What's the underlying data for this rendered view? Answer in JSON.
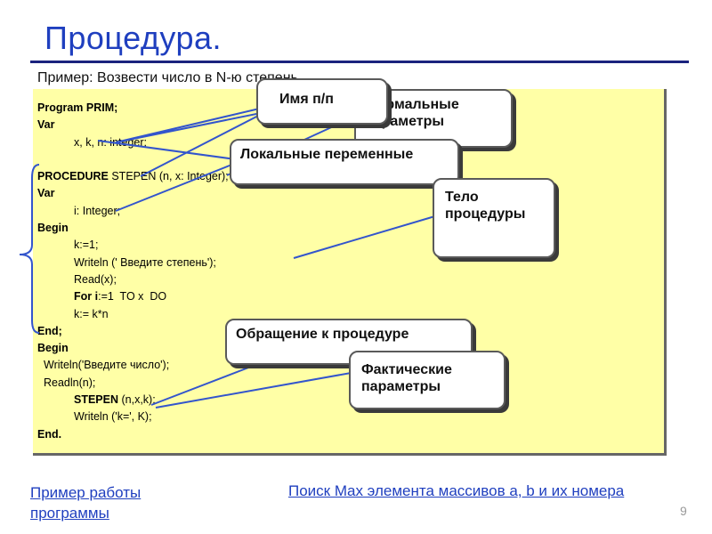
{
  "slide": {
    "title": "Процедура.",
    "subtitle": "Пример: Возвести число в N-ю степень",
    "page_number": "9"
  },
  "code": [
    {
      "pre": "Program PRIM;",
      "kw": "",
      "post": ""
    },
    {
      "pre": "Var",
      "kw": "",
      "post": ""
    },
    {
      "pre": "x, k, n: integer;",
      "kw": "",
      "post": ""
    },
    {
      "pre": "",
      "kw": "",
      "post": ""
    },
    {
      "pre": "",
      "kw": "PROCEDURE",
      "post": " STEPEN (n, x: Integer);"
    },
    {
      "pre": "Var",
      "kw": "",
      "post": ""
    },
    {
      "pre": "i: Integer;",
      "kw": "",
      "post": ""
    },
    {
      "pre": "Begin",
      "kw": "",
      "post": ""
    },
    {
      "pre": "k:=1;",
      "kw": "",
      "post": ""
    },
    {
      "pre": "Writeln (' Введите степень');",
      "kw": "",
      "post": ""
    },
    {
      "pre": "Read(x);",
      "kw": "",
      "post": ""
    },
    {
      "pre": "",
      "kw": "For i",
      "post": ":=1  TO x  DO"
    },
    {
      "pre": "k:= k*n",
      "kw": "",
      "post": ""
    },
    {
      "pre": "End;",
      "kw": "",
      "post": ""
    },
    {
      "pre": "Begin",
      "kw": "",
      "post": ""
    },
    {
      "pre": "Writeln('Введите число');",
      "kw": "",
      "post": ""
    },
    {
      "pre": "Readln(n);",
      "kw": "",
      "post": ""
    },
    {
      "pre": "",
      "kw": "STEPEN",
      "post": " (n,x,k);"
    },
    {
      "pre": "Writeln ('k=', K);",
      "kw": "",
      "post": ""
    },
    {
      "pre": "End.",
      "kw": "",
      "post": ""
    }
  ],
  "callouts": {
    "procedure_name": "Имя п/п",
    "formal_params": "Формальные параметры",
    "local_vars": "Локальные переменные",
    "body": "Тело процедуры",
    "call": "Обращение к процедуре",
    "actual_params": "Фактические параметры"
  },
  "links": {
    "example_run": "Пример работы программы",
    "search_max": "Поиск Max элемента массивов a, b и их номера"
  },
  "colors": {
    "title": "#1f3fbf",
    "code_background": "#ffffa6",
    "callout_line": "#3355cc",
    "link": "#1f3fbf"
  }
}
